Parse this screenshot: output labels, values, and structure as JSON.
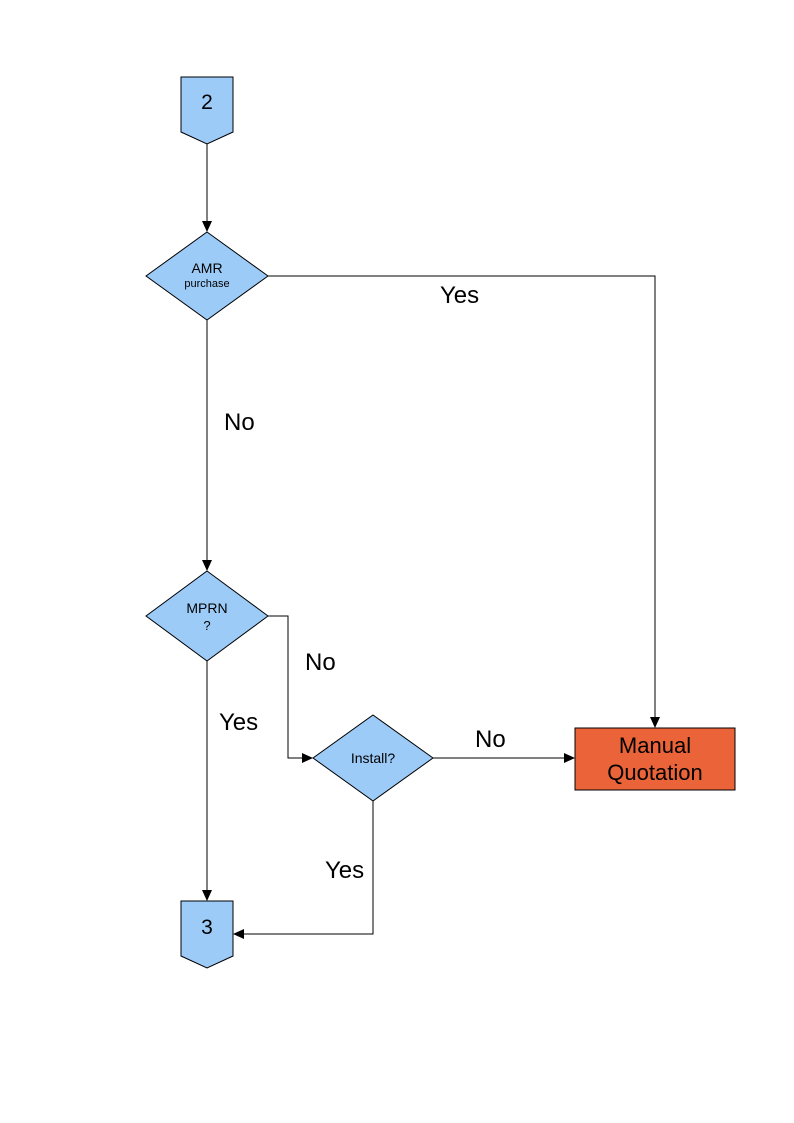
{
  "page": {
    "background": "#ffffff"
  },
  "diagram": {
    "colors": {
      "node_fill": "#9CCBF8",
      "node_border": "#000000",
      "manual_fill": "#EB6338",
      "line": "#000000"
    },
    "nodes": {
      "connector_top": "2",
      "amr_line1": "AMR",
      "amr_line2": "purchase",
      "mprn_line1": "MPRN",
      "mprn_line2": "?",
      "install": "Install?",
      "manual": "Manual Quotation",
      "connector_bottom": "3"
    },
    "edges": {
      "amr_yes": "Yes",
      "amr_no": "No",
      "mprn_no": "No",
      "mprn_yes": "Yes",
      "install_no": "No",
      "install_yes": "Yes"
    }
  }
}
